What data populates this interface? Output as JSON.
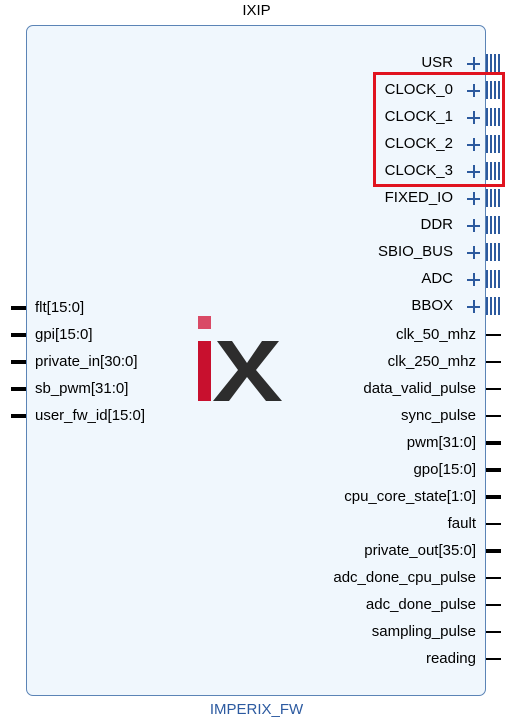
{
  "block": {
    "title": "IXIP",
    "subtitle": "IMPERIX_FW"
  },
  "right_interfaces": [
    "USR",
    "CLOCK_0",
    "CLOCK_1",
    "CLOCK_2",
    "CLOCK_3",
    "FIXED_IO",
    "DDR",
    "SBIO_BUS",
    "ADC",
    "BBOX"
  ],
  "right_ports": [
    {
      "label": "clk_50_mhz",
      "bus": false
    },
    {
      "label": "clk_250_mhz",
      "bus": false
    },
    {
      "label": "data_valid_pulse",
      "bus": false
    },
    {
      "label": "sync_pulse",
      "bus": false
    },
    {
      "label": "pwm[31:0]",
      "bus": true
    },
    {
      "label": "gpo[15:0]",
      "bus": true
    },
    {
      "label": "cpu_core_state[1:0]",
      "bus": true
    },
    {
      "label": "fault",
      "bus": false
    },
    {
      "label": "private_out[35:0]",
      "bus": true
    },
    {
      "label": "adc_done_cpu_pulse",
      "bus": false
    },
    {
      "label": "adc_done_pulse",
      "bus": false
    },
    {
      "label": "sampling_pulse",
      "bus": false
    },
    {
      "label": "reading",
      "bus": false
    }
  ],
  "left_ports": [
    {
      "label": "flt[15:0]",
      "bus": true
    },
    {
      "label": "gpi[15:0]",
      "bus": true
    },
    {
      "label": "private_in[30:0]",
      "bus": true
    },
    {
      "label": "sb_pwm[31:0]",
      "bus": true
    },
    {
      "label": "user_fw_id[15:0]",
      "bus": true
    }
  ],
  "logo": {
    "name": "ix-logo",
    "colors": {
      "i_dot": "#d94a66",
      "i_stem": "#c8102e",
      "x": "#2d2d2d"
    }
  },
  "highlight": {
    "target": [
      "CLOCK_0",
      "CLOCK_1",
      "CLOCK_2",
      "CLOCK_3"
    ],
    "color": "#e0131f"
  }
}
